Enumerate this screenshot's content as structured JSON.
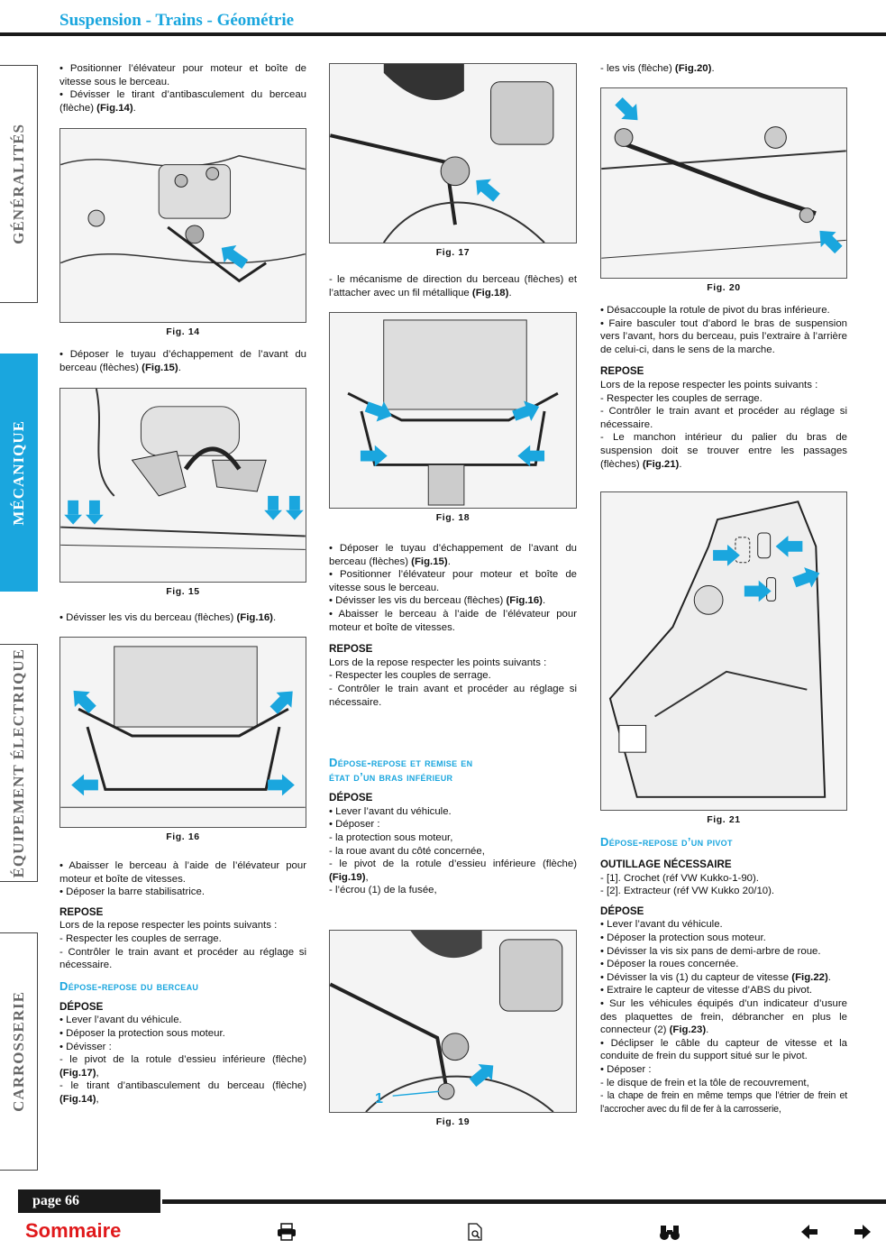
{
  "header": {
    "title": "Suspension - Trains - Géométrie"
  },
  "sidebar": {
    "tabs": [
      {
        "label": "GÉNÉRALITÉS"
      },
      {
        "label": "MÉCANIQUE"
      },
      {
        "label": "ÉQUIPEMENT ÉLECTRIQUE"
      },
      {
        "label": "CARROSSERIE"
      }
    ],
    "active_color": "#1aa6de"
  },
  "figures": {
    "fig14": "Fig. 14",
    "fig15": "Fig. 15",
    "fig16": "Fig. 16",
    "fig17": "Fig. 17",
    "fig18": "Fig. 18",
    "fig19": "Fig. 19",
    "fig20": "Fig. 20",
    "fig21": "Fig. 21",
    "fig19_callout": "1"
  },
  "col1": {
    "intro": [
      "• Positionner l’élévateur pour moteur et boîte de vitesse sous le berceau.",
      "• Dévisser le tirant d’antibasculement du berceau (flèche) ",
      "(Fig.14)",
      "."
    ],
    "p_fig15": [
      "• Déposer le tuyau d’échappement de l’avant du berceau (flèches) ",
      "(Fig.15)",
      "."
    ],
    "p_fig16": [
      "• Dévisser les vis du berceau (flèches) ",
      "(Fig.16)",
      "."
    ],
    "after16": [
      "• Abaisser le berceau à l’aide de l’élévateur pour moteur et boîte de vitesses.",
      "• Déposer la barre stabilisatrice."
    ],
    "repose_title": "REPOSE",
    "repose_lines": [
      "Lors de la repose respecter les points suivants :",
      "- Respecter les couples de serrage.",
      "- Contrôler le train avant et procéder au réglage si nécessaire."
    ],
    "section_title": "Dépose-repose du berceau",
    "depose_title": "DÉPOSE",
    "depose_lines": [
      "• Lever l’avant du véhicule.",
      "• Déposer la protection sous moteur.",
      "• Dévisser :"
    ],
    "depose_a": [
      "- le pivot de la rotule d’essieu inférieure (flèche) ",
      "(Fig.17)",
      ","
    ],
    "depose_b": [
      "- le tirant d’antibasculement du berceau (flèche) ",
      "(Fig.14)",
      ","
    ]
  },
  "col2": {
    "p_fig18": [
      "- le mécanisme de direction du berceau (flèches) et l’attacher avec un fil métallique ",
      "(Fig.18)",
      "."
    ],
    "block_a": [
      "• Déposer le tuyau d’échappement de l’avant du berceau (flèches) ",
      "(Fig.15)",
      "."
    ],
    "block_b": "• Positionner l’élévateur pour moteur et boîte de vitesse sous le berceau.",
    "block_c": [
      "• Dévisser les vis du berceau (flèches) ",
      "(Fig.16)",
      "."
    ],
    "block_d": "• Abaisser le berceau à l’aide de l’élévateur pour moteur et boîte de vitesses.",
    "repose_title": "REPOSE",
    "repose_lines": [
      "Lors de la repose respecter les points suivants :",
      "- Respecter les couples de serrage.",
      "- Contrôler le train avant et procéder au réglage si nécessaire."
    ],
    "section_title_1": "Dépose-repose et remise en",
    "section_title_2": "état d’un bras inférieur",
    "depose_title": "DÉPOSE",
    "depose_lines": [
      "• Lever l’avant du véhicule.",
      "• Déposer :",
      "- la protection sous moteur,",
      "- la roue avant du côté concernée,"
    ],
    "depose_a": [
      "- le pivot de la rotule d’essieu inférieure (flèche) ",
      "(Fig.19)",
      ","
    ],
    "depose_b": "- l’écrou (1) de la fusée,"
  },
  "col3": {
    "p_fig20": [
      "- les vis (flèche) ",
      "(Fig.20)",
      "."
    ],
    "after20": [
      "• Désaccouple la rotule de pivot du bras inférieure.",
      "• Faire basculer tout d’abord le bras de suspension vers l’avant, hors du berceau, puis l’extraire à l’arrière de celui-ci, dans le sens de la marche."
    ],
    "repose_title": "REPOSE",
    "repose_lines": [
      "Lors de la repose respecter les points suivants :",
      "- Respecter les couples de serrage.",
      "- Contrôler le train avant et procéder au réglage si nécessaire."
    ],
    "repose_last": [
      "- Le manchon intérieur du palier du bras de suspension doit se trouver entre les passages (flèches) ",
      "(Fig.21)",
      "."
    ],
    "section_title": "Dépose-repose d’un pivot",
    "outillage_title": "OUTILLAGE NÉCESSAIRE",
    "outillage_lines": [
      "- [1]. Crochet (réf VW Kukko-1-90).",
      "- [2]. Extracteur (réf VW Kukko 20/10)."
    ],
    "depose_title": "DÉPOSE",
    "depose_lines": [
      "• Lever l’avant du véhicule.",
      "• Déposer la protection sous moteur.",
      "• Dévisser la vis six pans de demi-arbre de roue.",
      "• Déposer la roues concernée."
    ],
    "depose_a": [
      "• Dévisser la vis (1) du capteur de vitesse ",
      "(Fig.22)",
      "."
    ],
    "depose_b": "• Extraire le capteur de vitesse d’ABS du pivot.",
    "depose_c": [
      "• Sur les véhicules équipés d’un indicateur d’usure des plaquettes de frein, débrancher en plus le connecteur (2) ",
      "(Fig.23)",
      "."
    ],
    "depose_d": "• Déclipser le câble du capteur de vitesse et la conduite de frein du support situé sur le pivot.",
    "depose_e": "• Déposer :",
    "depose_f": "- le disque de frein et la tôle de recouvrement,",
    "depose_g": "- la chape de frein en même temps que l’étrier de frein et l’accrocher avec du fil de fer à la carrosserie,"
  },
  "footer": {
    "page": "page 66",
    "sommaire": "Sommaire",
    "sommaire_color": "#e0191b",
    "icons": [
      "printer-icon",
      "document-icon",
      "binoculars-icon",
      "arrow-left-icon",
      "arrow-right-icon"
    ]
  }
}
